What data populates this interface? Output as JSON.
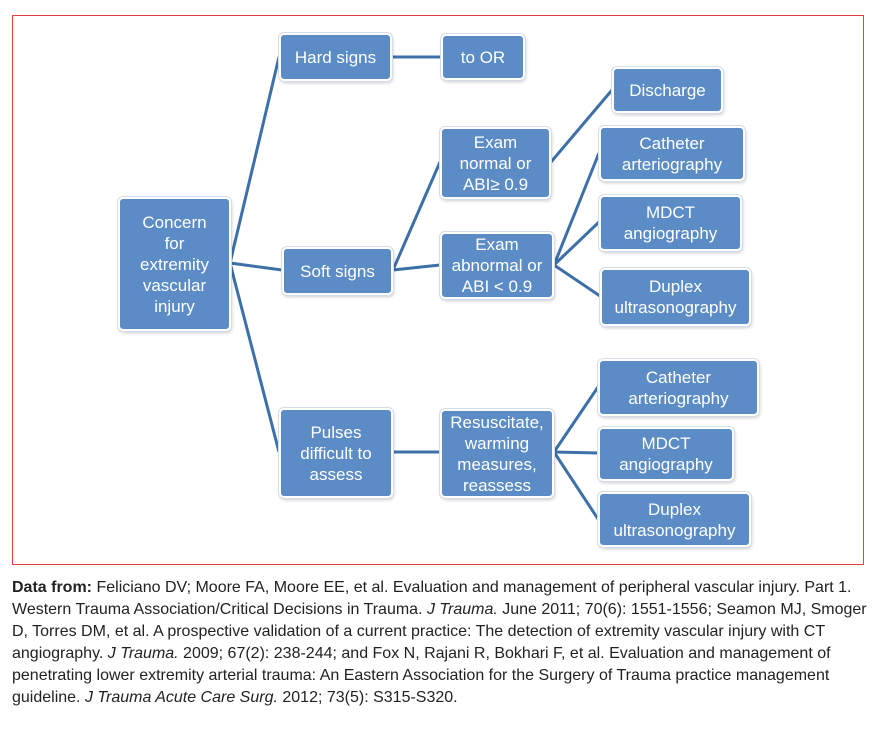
{
  "colors": {
    "node_fill": "#5b8cc6",
    "line": "#3d6fa8",
    "frame": "#e04040"
  },
  "nodes": {
    "concern": "Concern\nfor\nextremity\nvascular\ninjury",
    "hard": "Hard signs",
    "to_or": "to OR",
    "soft": "Soft signs",
    "pulses": "Pulses\ndifficult to\nassess",
    "exam_normal": "Exam\nnormal or\nABI≥ 0.9",
    "exam_abnormal": "Exam\nabnormal or\nABI < 0.9",
    "discharge": "Discharge",
    "catheter1": "Catheter\narteriography",
    "mdct1": "MDCT\nangiography",
    "duplex1": "Duplex\nultrasonography",
    "resuscitate": "Resuscitate,\nwarming\nmeasures,\nreassess",
    "catheter2": "Catheter\narteriography",
    "mdct2": "MDCT\nangiography",
    "duplex2": "Duplex\nultrasonography"
  },
  "caption": [
    {
      "t": "Data from:",
      "s": "b"
    },
    {
      "t": " Feliciano DV; Moore FA, Moore EE, et al. Evaluation and management of peripheral vascular injury. Part 1. Western Trauma Association/Critical Decisions in Trauma. ",
      "s": ""
    },
    {
      "t": "J Trauma.",
      "s": "i"
    },
    {
      "t": " June 2011; 70(6): 1551-1556; Seamon MJ, Smoger D, Torres DM, et al. A prospective validation of a current practice: The detection of extremity vascular injury with CT angiography. ",
      "s": ""
    },
    {
      "t": "J Trauma.",
      "s": "i"
    },
    {
      "t": " 2009; 67(2): 238-244; and Fox N, Rajani R, Bokhari F, et al. Evaluation and management of penetrating lower extremity arterial trauma: An Eastern Association for the Surgery of Trauma practice management guideline. ",
      "s": ""
    },
    {
      "t": "J Trauma Acute Care Surg.",
      "s": "i"
    },
    {
      "t": " 2012; 73(5): S315-S320.",
      "s": ""
    }
  ]
}
